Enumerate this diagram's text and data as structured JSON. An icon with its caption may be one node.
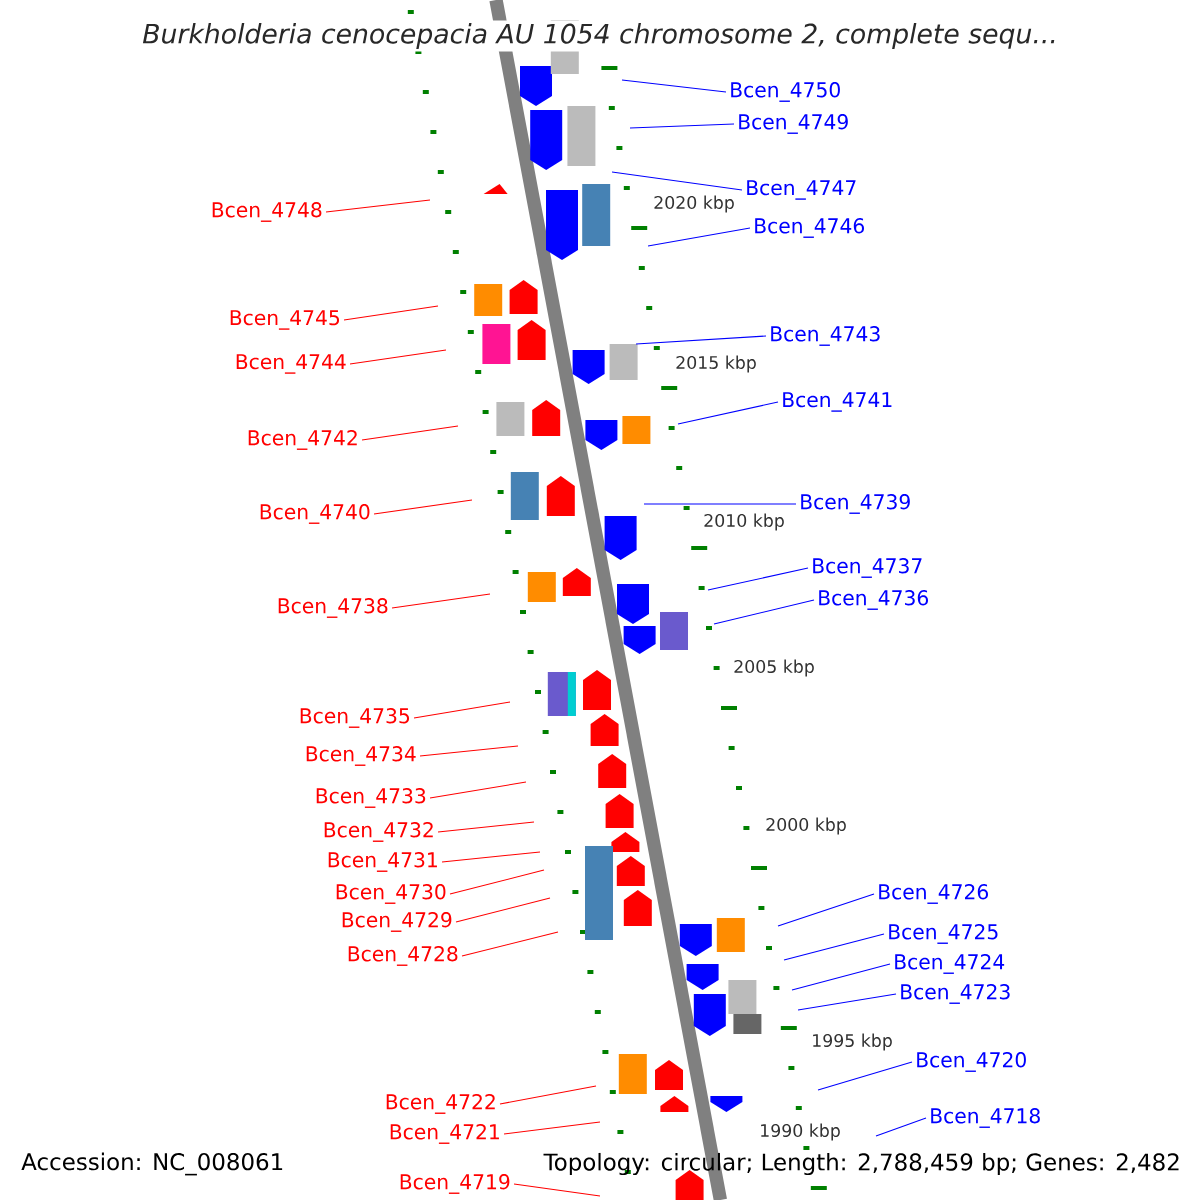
{
  "diagram": {
    "title": "Burkholderia cenocepacia AU 1054 chromosome 2, complete sequ...",
    "nodes": [
      {
        "text": [
          "Bcen_4750"
        ]
      },
      {
        "text": [
          "Bcen_4749"
        ]
      },
      {
        "text": [
          "Bcen_4747"
        ]
      },
      {
        "text": [
          "Bcen_4748"
        ]
      },
      {
        "text": [
          "Bcen_4746"
        ]
      },
      {
        "text": [
          "Bcen_4745"
        ]
      },
      {
        "text": [
          "Bcen_4743"
        ]
      },
      {
        "text": [
          "Bcen_4744"
        ]
      },
      {
        "text": [
          "Bcen_4741"
        ]
      },
      {
        "text": [
          "Bcen_4742"
        ]
      },
      {
        "text": [
          "Bcen_4739"
        ]
      },
      {
        "text": [
          "Bcen_4740"
        ]
      },
      {
        "text": [
          "Bcen_4737"
        ]
      },
      {
        "text": [
          "Bcen_4736"
        ]
      },
      {
        "text": [
          "Bcen_4738"
        ]
      },
      {
        "text": [
          "Bcen_4735"
        ]
      },
      {
        "text": [
          "Bcen_4734"
        ]
      },
      {
        "text": [
          "Bcen_4733"
        ]
      },
      {
        "text": [
          "Bcen_4732"
        ]
      },
      {
        "text": [
          "Bcen_4731"
        ]
      },
      {
        "text": [
          "Bcen_4726"
        ]
      },
      {
        "text": [
          "Bcen_4730"
        ]
      },
      {
        "text": [
          "Bcen_4729"
        ]
      },
      {
        "text": [
          "Bcen_4725"
        ]
      },
      {
        "text": [
          "Bcen_4728"
        ]
      },
      {
        "text": [
          "Bcen_4724"
        ]
      },
      {
        "text": [
          "Bcen_4723"
        ]
      },
      {
        "text": [
          "Bcen_4720"
        ]
      },
      {
        "text": [
          "Bcen_4722"
        ]
      },
      {
        "text": [
          "Bcen_4718"
        ]
      },
      {
        "text": [
          "Bcen_4721"
        ]
      },
      {
        "text": [
          "Bcen_4719"
        ]
      }
    ],
    "edges": [
      {
        "from": 0,
        "to": null,
        "arrow": "none",
        "color": "#0000ff"
      },
      {
        "from": 1,
        "to": null,
        "arrow": "none",
        "color": "#0000ff"
      },
      {
        "from": 2,
        "to": null,
        "arrow": "none",
        "color": "#0000ff"
      },
      {
        "from": 3,
        "to": null,
        "arrow": "none",
        "color": "#ff0000"
      },
      {
        "from": 4,
        "to": null,
        "arrow": "none",
        "color": "#0000ff"
      },
      {
        "from": 5,
        "to": null,
        "arrow": "none",
        "color": "#ff0000"
      },
      {
        "from": 6,
        "to": null,
        "arrow": "none",
        "color": "#0000ff"
      },
      {
        "from": 7,
        "to": null,
        "arrow": "none",
        "color": "#ff0000"
      },
      {
        "from": 8,
        "to": null,
        "arrow": "none",
        "color": "#0000ff"
      },
      {
        "from": 9,
        "to": null,
        "arrow": "none",
        "color": "#ff0000"
      },
      {
        "from": 10,
        "to": null,
        "arrow": "none",
        "color": "#0000ff"
      },
      {
        "from": 11,
        "to": null,
        "arrow": "none",
        "color": "#ff0000"
      },
      {
        "from": 12,
        "to": null,
        "arrow": "none",
        "color": "#0000ff"
      },
      {
        "from": 13,
        "to": null,
        "arrow": "none",
        "color": "#0000ff"
      },
      {
        "from": 14,
        "to": null,
        "arrow": "none",
        "color": "#ff0000"
      },
      {
        "from": 15,
        "to": null,
        "arrow": "none",
        "color": "#ff0000"
      },
      {
        "from": 16,
        "to": null,
        "arrow": "none",
        "color": "#ff0000"
      },
      {
        "from": 17,
        "to": null,
        "arrow": "none",
        "color": "#ff0000"
      },
      {
        "from": 18,
        "to": null,
        "arrow": "none",
        "color": "#ff0000"
      },
      {
        "from": 19,
        "to": null,
        "arrow": "none",
        "color": "#ff0000"
      },
      {
        "from": 20,
        "to": null,
        "arrow": "none",
        "color": "#0000ff"
      },
      {
        "from": 21,
        "to": null,
        "arrow": "none",
        "color": "#ff0000"
      },
      {
        "from": 22,
        "to": null,
        "arrow": "none",
        "color": "#ff0000"
      },
      {
        "from": 23,
        "to": null,
        "arrow": "none",
        "color": "#0000ff"
      },
      {
        "from": 24,
        "to": null,
        "arrow": "none",
        "color": "#ff0000"
      },
      {
        "from": 25,
        "to": null,
        "arrow": "none",
        "color": "#0000ff"
      },
      {
        "from": 26,
        "to": null,
        "arrow": "none",
        "color": "#0000ff"
      },
      {
        "from": 27,
        "to": null,
        "arrow": "none",
        "color": "#0000ff"
      },
      {
        "from": 28,
        "to": null,
        "arrow": "none",
        "color": "#ff0000"
      },
      {
        "from": 29,
        "to": null,
        "arrow": "none",
        "color": "#0000ff"
      },
      {
        "from": 30,
        "to": null,
        "arrow": "none",
        "color": "#ff0000"
      },
      {
        "from": 31,
        "to": null,
        "arrow": "none",
        "color": "#ff0000"
      }
    ],
    "labels": [
      "2020 kbp",
      "2015 kbp",
      "2010 kbp",
      "2005 kbp",
      "2000 kbp",
      "1995 kbp",
      "1990 kbp",
      "Accession: NC_008061",
      "Topology: circular; Length: 2,788,459 bp; Genes: 2,482"
    ]
  }
}
